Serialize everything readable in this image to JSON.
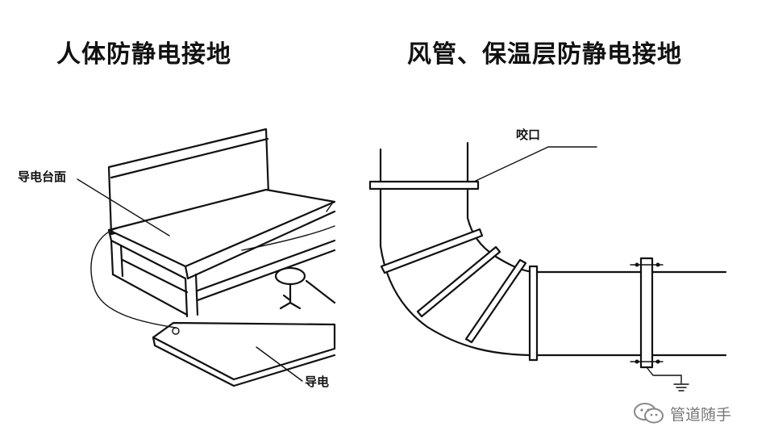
{
  "titles": {
    "left": "人体防静电接地",
    "right": "风管、保温层防静电接地"
  },
  "labels": {
    "bench_surface": "导电台面",
    "mat_partial": "导电",
    "seam": "咬口"
  },
  "watermark": {
    "text": "管道随手",
    "icon": "wechat-icon"
  }
}
